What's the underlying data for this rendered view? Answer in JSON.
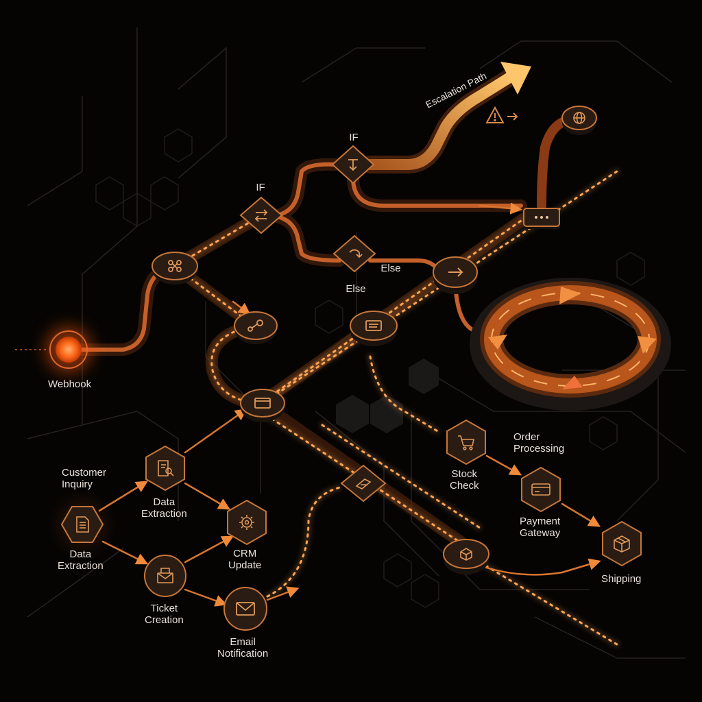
{
  "colors": {
    "background": "#050403",
    "grid_line": "#2a2623",
    "path_orange": "#e07a2e",
    "path_glow": "#ff8a3a",
    "node_fill": "#241a14",
    "node_stroke": "#c6763a",
    "text": "#e9e1d9",
    "source_core": "#ff6a1a"
  },
  "labels": {
    "webhook": "Webhook",
    "if_top": "IF",
    "if_mid": "IF",
    "else_right": "Else",
    "else_below": "Else",
    "escalation": "Escalation Path",
    "customer_inquiry": "Customer\nInquiry",
    "data_extraction_top": "Data\nExtraction",
    "data_extraction_left": "Data\nExtraction",
    "crm_update": "CRM\nUpdate",
    "ticket_creation": "Ticket\nCreation",
    "email_notification": "Email\nNotification",
    "stock_check": "Stock\nCheck",
    "order_processing": "Order\nProcessing",
    "payment_gateway": "Payment\nGateway",
    "shipping": "Shipping"
  },
  "icons": {
    "webhook": "glowing-source-icon",
    "hub": "node-network-icon",
    "if_mid": "swap-arrows-icon",
    "if_top": "split-branch-icon",
    "else": "curved-arrow-icon",
    "route": "branch-path-icon",
    "form": "window-icon",
    "database": "server-card-icon",
    "next": "arrow-right-icon",
    "more": "ellipsis-icon",
    "globe": "globe-icon",
    "warning": "warning-triangle-icon",
    "cycle": "loop-cycle-icon",
    "document": "document-icon",
    "search_doc": "search-document-icon",
    "gear": "gear-icon",
    "mail_doc": "mail-document-icon",
    "envelope": "envelope-icon",
    "diamond_tool": "tool-diamond-icon",
    "package": "package-icon",
    "cart": "cart-icon",
    "card": "credit-card-icon",
    "shipping_box": "shipping-box-icon"
  }
}
